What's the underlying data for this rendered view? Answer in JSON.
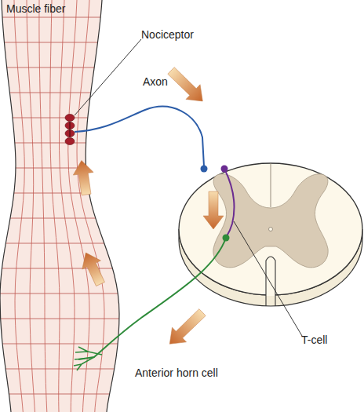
{
  "diagram": {
    "labels": [
      "Muscle fiber",
      "Nociceptor",
      "Axon",
      "T-cell",
      "Anterior horn cell"
    ]
  }
}
